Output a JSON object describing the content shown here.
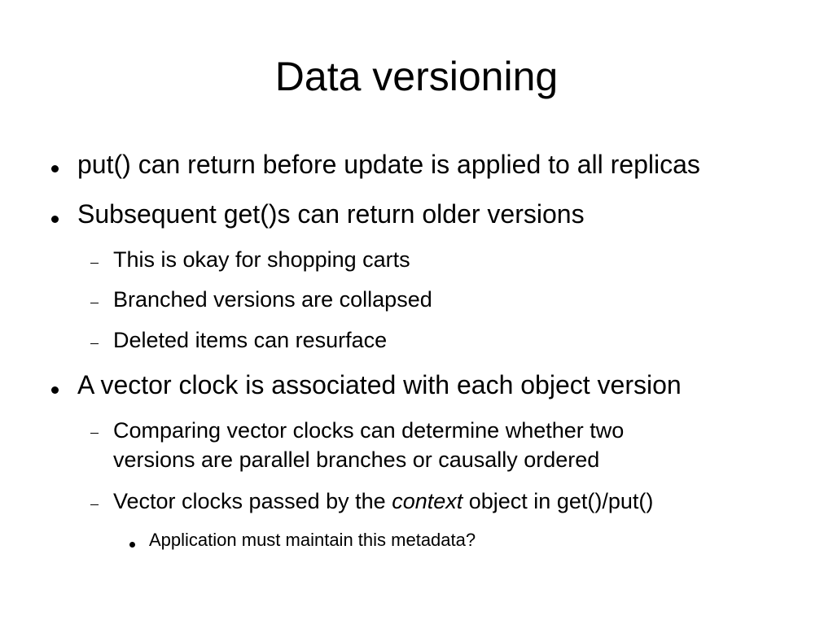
{
  "slide": {
    "title": "Data versioning",
    "bullets": [
      {
        "text": "put() can return before update is applied to all replicas"
      },
      {
        "text": "Subsequent get()s can return older versions"
      },
      {
        "text": "This is okay for shopping carts"
      },
      {
        "text": "Branched versions are collapsed"
      },
      {
        "text": "Deleted items can resurface"
      },
      {
        "text": "A vector clock is associated with each object version"
      },
      {
        "line1": "Comparing vector clocks can determine whether two",
        "line2": "versions are parallel branches or causally ordered"
      },
      {
        "before": "Vector clocks passed by the ",
        "emphasis": "context",
        "after": " object in get()/put()"
      },
      {
        "text": "Application must maintain this metadata?"
      }
    ]
  }
}
